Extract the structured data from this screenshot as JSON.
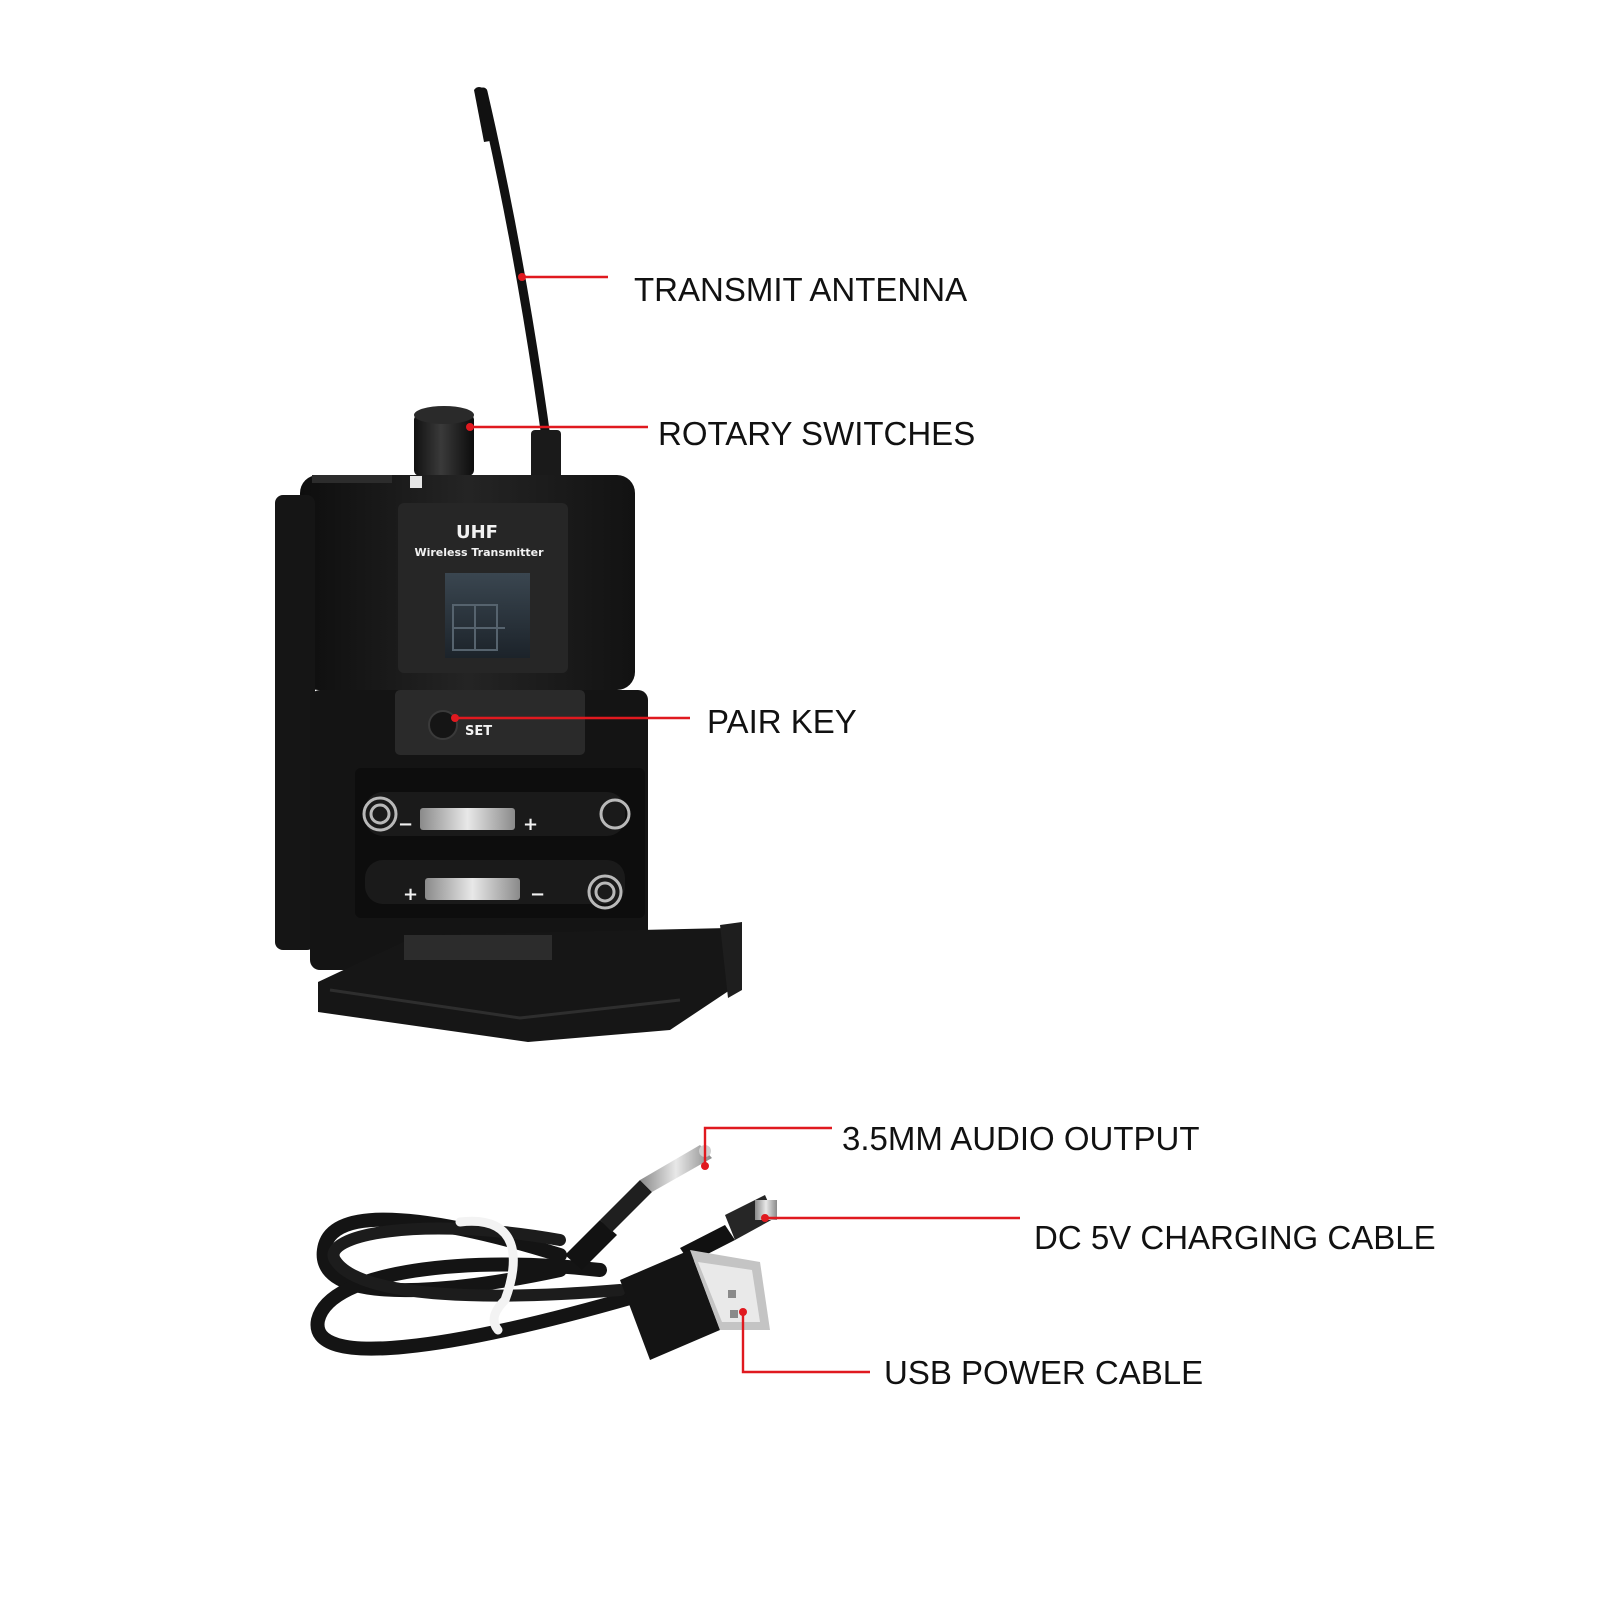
{
  "device": {
    "brand_label": "UHF",
    "model_label": "Wireless Transmitter",
    "button_label": "SET",
    "battery_polarity": {
      "plus": "+",
      "minus": "−"
    }
  },
  "callouts": {
    "antenna": "TRANSMIT ANTENNA",
    "rotary": "ROTARY SWITCHES",
    "pair": "PAIR KEY",
    "audio": "3.5MM AUDIO OUTPUT",
    "dc": "DC 5V CHARGING CABLE",
    "usb": "USB POWER CABLE"
  },
  "colors": {
    "leader_line": "#e0191f",
    "device_body": "#1c1c1c",
    "label_text": "#111111"
  }
}
